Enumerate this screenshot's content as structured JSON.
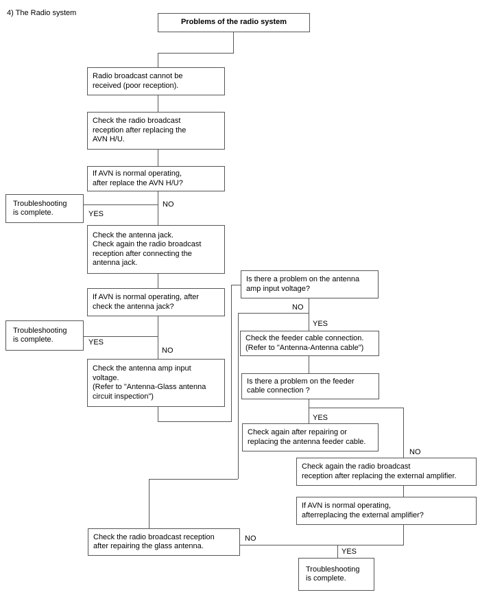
{
  "page": {
    "heading": "4) The Radio system"
  },
  "flow": {
    "title": {
      "text": "Problems of the radio system"
    },
    "nodes": {
      "radio_cannot_receive": {
        "text": "Radio broadcast cannot be\nreceived (poor reception)."
      },
      "check_reception_replace_avn": {
        "text": "Check the radio broadcast\nreception after replacing the\nAVN H/U."
      },
      "avn_normal_after_replace": {
        "text": "If AVN is normal operating,\nafter replace the AVN H/U?"
      },
      "troubleshooting_complete_1": {
        "text": "Troubleshooting\nis complete."
      },
      "check_antenna_jack": {
        "text": "Check the antenna jack.\nCheck again the radio broadcast\nreception after connecting the\nantenna jack."
      },
      "avn_normal_after_jack": {
        "text": "If AVN is normal operating, after\ncheck the antenna jack?"
      },
      "troubleshooting_complete_2": {
        "text": "Troubleshooting\nis complete."
      },
      "check_antenna_amp_voltage": {
        "text": "Check the antenna amp input\nvoltage.\n(Refer to \"Antenna-Glass antenna\ncircuit inspection\")"
      },
      "antenna_amp_voltage_problem": {
        "text": "Is there a problem on the antenna\namp input voltage?"
      },
      "check_feeder_cable": {
        "text": "Check the feeder cable connection.\n(Refer to \"Antenna-Antenna cable\")"
      },
      "feeder_cable_problem": {
        "text": "Is there a problem on the feeder\ncable connection ?"
      },
      "repair_feeder_cable": {
        "text": "Check again after repairing or\nreplacing the antenna feeder cable."
      },
      "check_reception_external_amp": {
        "text": "Check again the radio broadcast\nreception after replacing the external amplifier."
      },
      "avn_normal_after_external_amp": {
        "text": "If AVN is normal operating,\nafterreplacing the external amplifier?"
      },
      "check_reception_glass_antenna": {
        "text": "Check the radio broadcast reception\nafter repairing the glass antenna."
      },
      "troubleshooting_complete_3": {
        "text": "Troubleshooting\nis complete."
      }
    },
    "branch": {
      "yes": "YES",
      "no": "NO"
    }
  },
  "colors": {
    "background": "#ffffff",
    "line": "#555558",
    "text": "#000000"
  }
}
